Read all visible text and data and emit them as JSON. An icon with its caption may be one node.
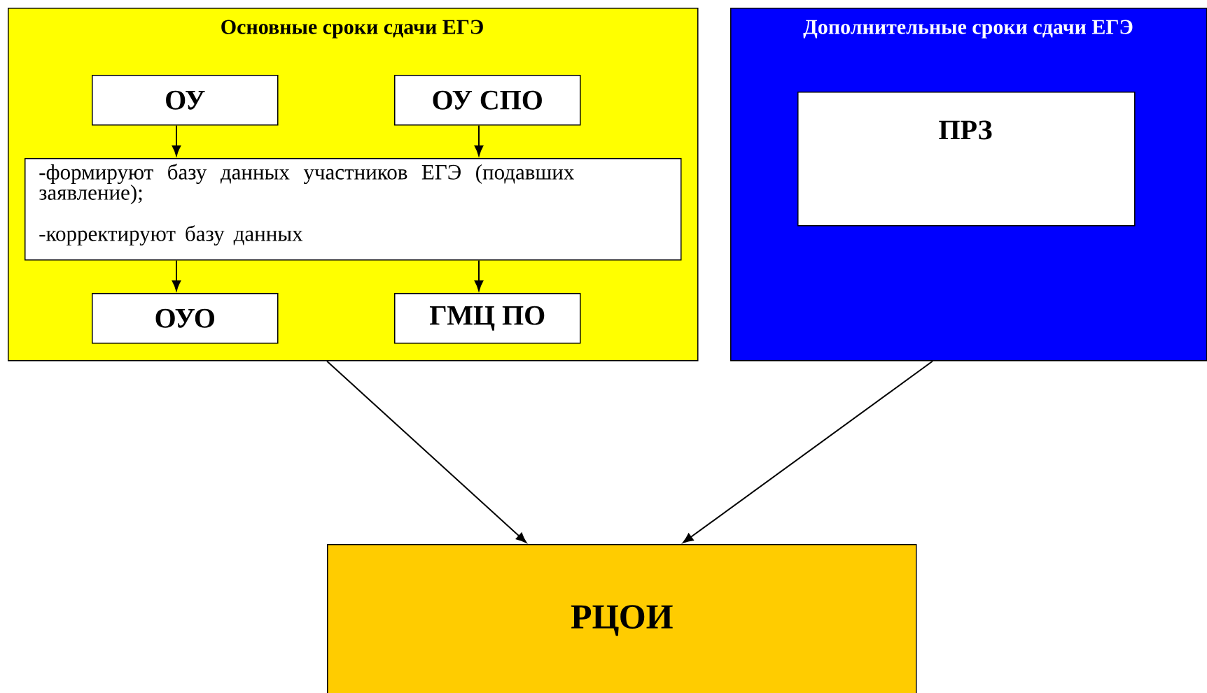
{
  "diagram": {
    "nodes": [
      {
        "text": [
          "Основные сроки сдачи ЕГЭ"
        ]
      },
      {
        "text": [
          "ОУ"
        ],
        "in": 0
      },
      {
        "text": [
          "ОУ СПО"
        ],
        "in": 0
      },
      {
        "text": [
          "-формируют базу данных участников ЕГЭ (подавших заявление);",
          "-корректируют базу данных"
        ],
        "in": 0
      },
      {
        "text": [
          "ОУО"
        ],
        "in": 0
      },
      {
        "text": [
          "ГМЦ ПО"
        ],
        "in": 0
      },
      {
        "text": [
          "Дополнительные сроки сдачи ЕГЭ"
        ]
      },
      {
        "text": [
          "ПРЗ"
        ],
        "in": 6
      },
      {
        "text": [
          "РЦОИ"
        ]
      }
    ],
    "edges": [
      {
        "from": 1,
        "to": 3,
        "arrow": "to"
      },
      {
        "from": 2,
        "to": 3,
        "arrow": "to"
      },
      {
        "from": 3,
        "to": 4,
        "arrow": "to"
      },
      {
        "from": 3,
        "to": 5,
        "arrow": "to"
      },
      {
        "from": 0,
        "to": 8,
        "arrow": "to"
      },
      {
        "from": 6,
        "to": 8,
        "arrow": "to"
      }
    ]
  }
}
